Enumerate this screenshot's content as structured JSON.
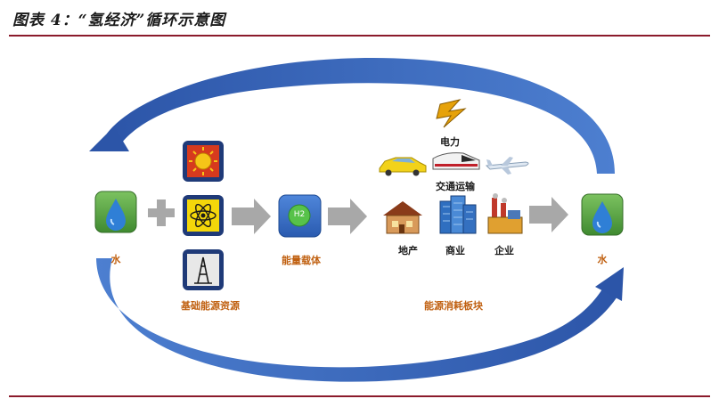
{
  "title": "图表 4：“氢经济”循环示意图",
  "labels": {
    "water_left": "水",
    "energy_sources": "基础能源资源",
    "carrier": "能量载体",
    "h2_badge": "H2",
    "electricity": "电力",
    "transport": "交通运输",
    "real_estate": "地产",
    "commerce": "商业",
    "enterprise": "企业",
    "energy_sectors": "能源消耗板块",
    "water_right": "水"
  },
  "icons": {
    "sun": "sun-icon",
    "atom": "atom-icon",
    "oil_rig": "oil-rig-icon",
    "lightning": "lightning-icon",
    "car": "car-icon",
    "train": "train-icon",
    "airplane": "airplane-icon",
    "house": "house-icon",
    "buildings": "office-buildings-icon",
    "factory": "factory-icon",
    "water_drop": "water-drop-icon"
  },
  "colors": {
    "accent_rule": "#8b1a2b",
    "label_orange": "#c06010",
    "cycle_arrow": "#2f5fb3",
    "water_green": "#5fa84a",
    "h2_blue": "#3a73c8",
    "source_navy": "#1f3a78"
  }
}
